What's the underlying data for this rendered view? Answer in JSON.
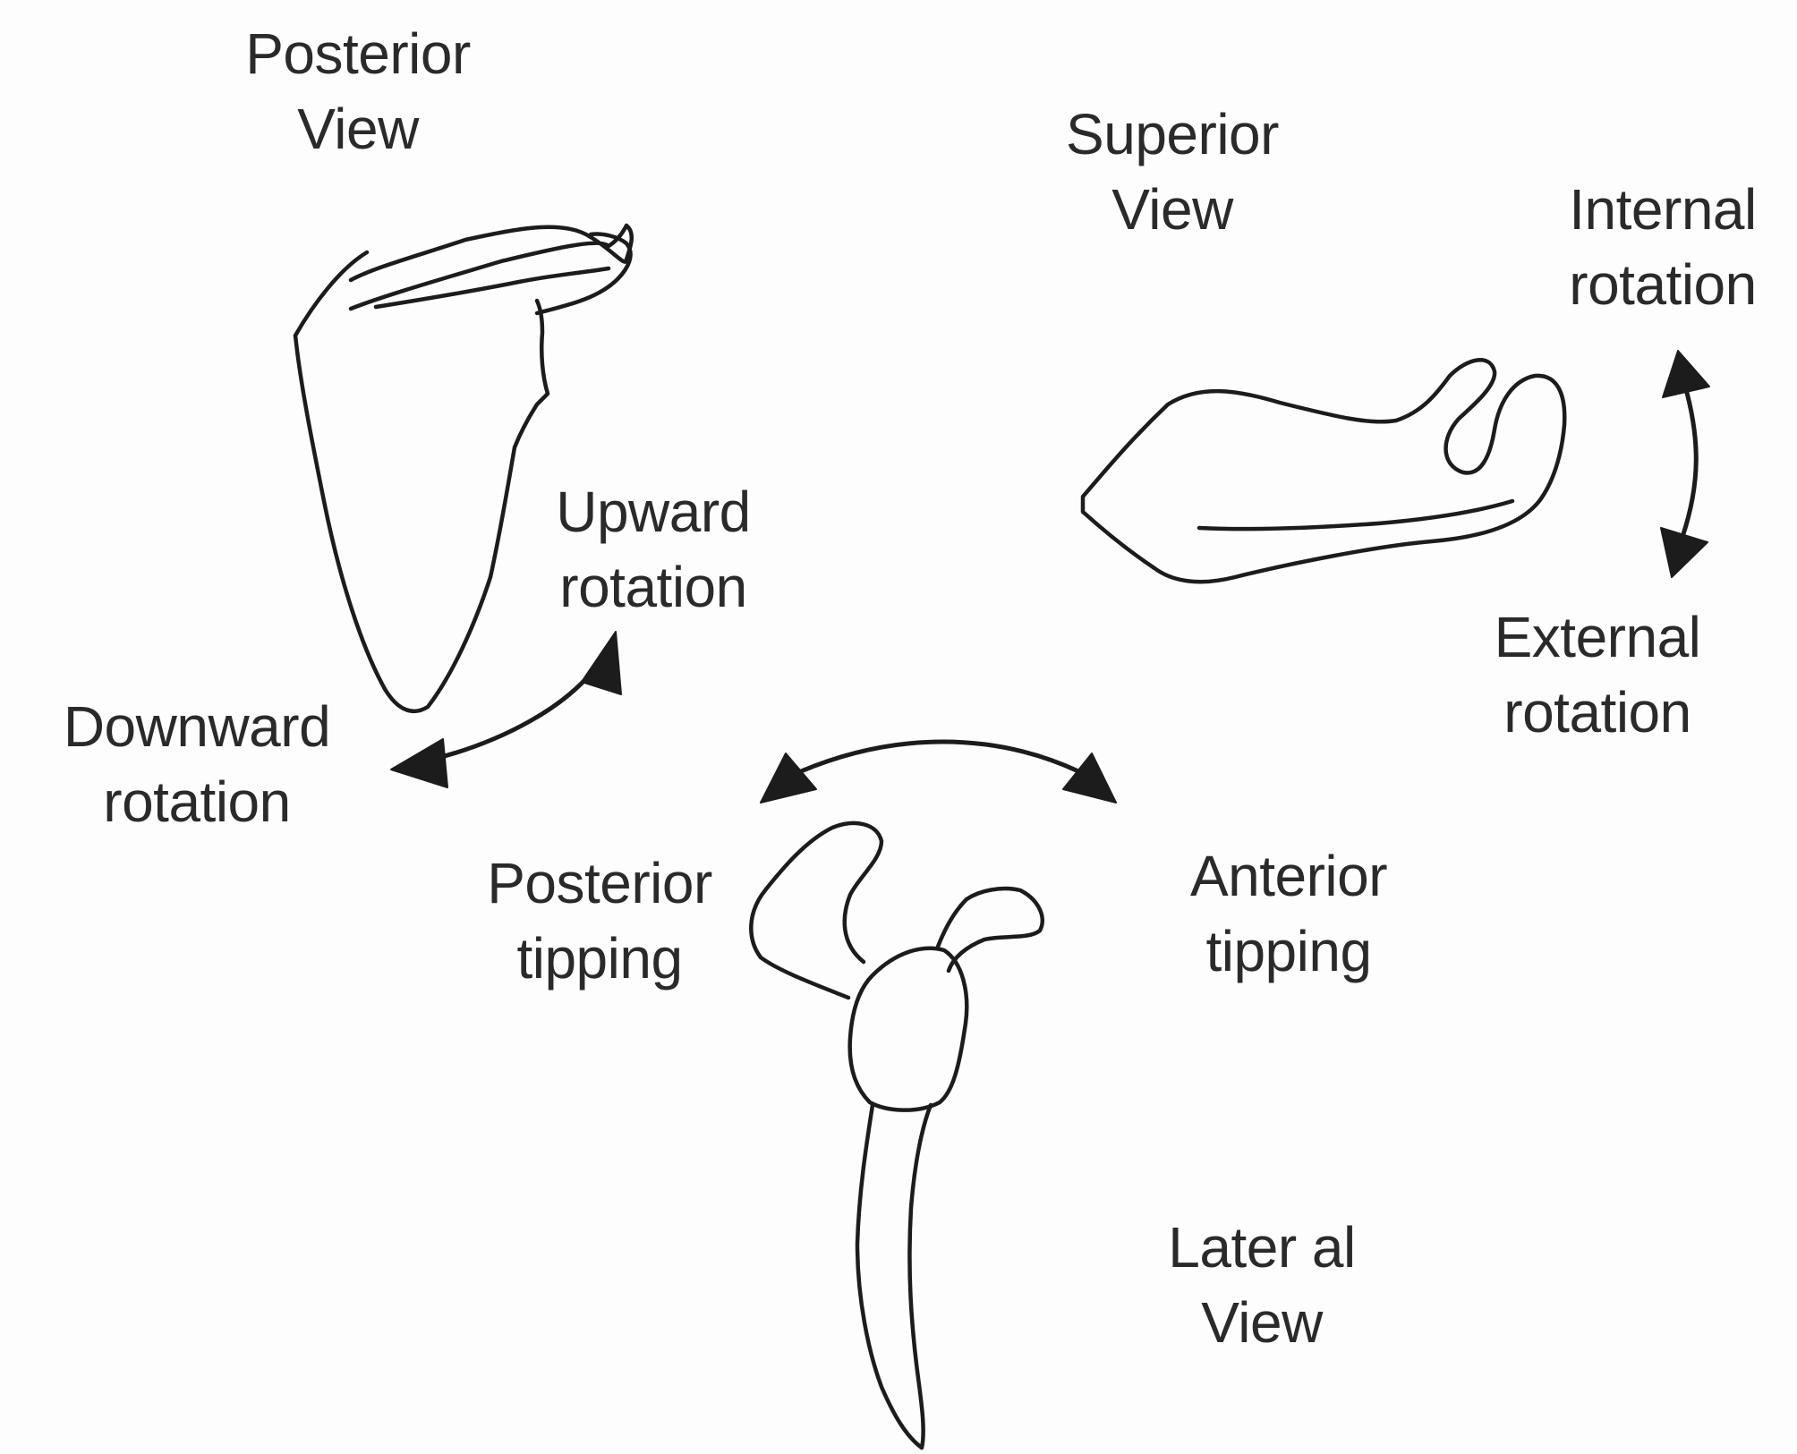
{
  "views": {
    "posterior": [
      "Posterior",
      "View"
    ],
    "superior": [
      "Superior",
      "View"
    ],
    "lateral": [
      "Later al",
      "View"
    ]
  },
  "motions": {
    "upward": [
      "Upward",
      "rotation"
    ],
    "downward": [
      "Downward",
      "rotation"
    ],
    "internal": [
      "Internal",
      "rotation"
    ],
    "external": [
      "External",
      "rotation"
    ],
    "posterior_tipping": [
      "Posterior",
      "tipping"
    ],
    "anterior_tipping": [
      "Anterior",
      "tipping"
    ]
  }
}
